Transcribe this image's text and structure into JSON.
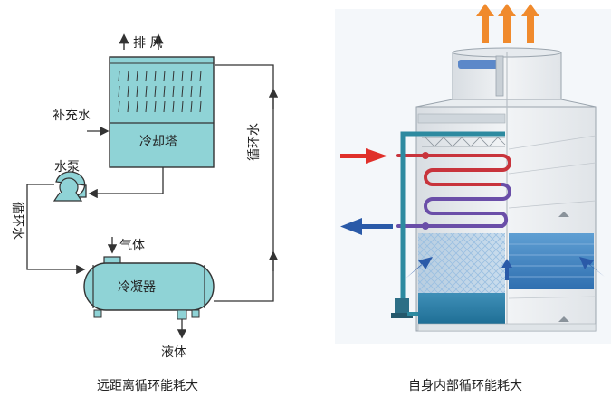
{
  "left_diagram": {
    "exhaust_label": "排 风",
    "makeup_water_label": "补充水",
    "cooling_tower_label": "冷却塔",
    "pump_label": "水泵",
    "circulating_water_left_label": "循环水",
    "circulating_water_right_label": "循环水",
    "gas_label": "气体",
    "condenser_label": "冷凝器",
    "liquid_label": "液体",
    "caption": "远距离循环能耗大"
  },
  "right_diagram": {
    "caption": "自身内部循环能耗大"
  },
  "colors": {
    "equipment_fill": "#8fd3d6",
    "line": "#333333",
    "red_arrow": "#e0302a",
    "blue_arrow": "#2a5aa8",
    "orange_arrow": "#f08a2c",
    "pipe_teal": "#2d8aa0"
  }
}
